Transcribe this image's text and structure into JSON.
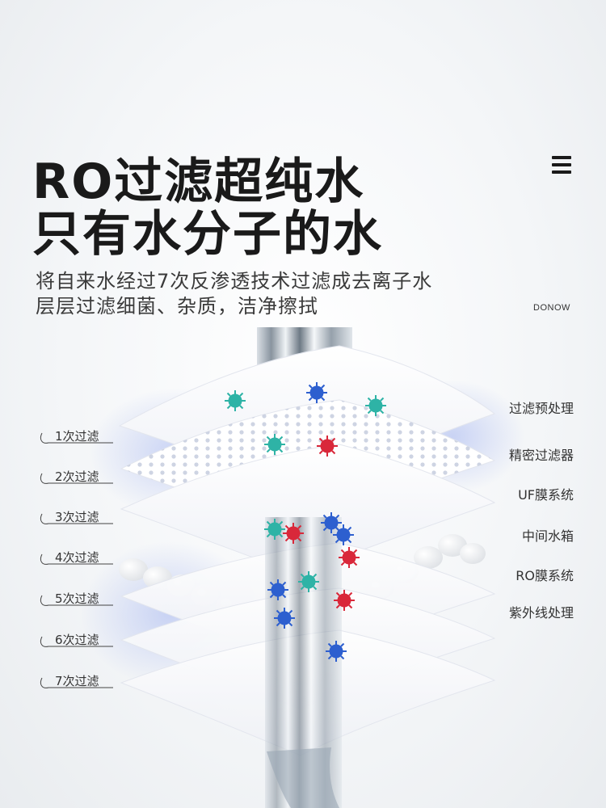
{
  "headline": {
    "line1": "RO过滤超纯水",
    "line2": "只有水分子的水"
  },
  "subtitle": {
    "line1": "将自来水经过7次反渗透技术过滤成去离子水",
    "line2": "层层过滤细菌、杂质，洁净擦拭"
  },
  "brand": "DONOW",
  "filter_steps": [
    "1次过滤",
    "2次过滤",
    "3次过滤",
    "4次过滤",
    "5次过滤",
    "6次过滤",
    "7次过滤"
  ],
  "filter_stages": [
    "过滤预处理",
    "精密过滤器",
    "UF膜系统",
    "中间水箱",
    "RO膜系统",
    "紫外线处理"
  ],
  "icons": {
    "menu": "hamburger-menu-icon",
    "bacteria": "bacteria-icon"
  },
  "colors": {
    "headline": "#1a1a1a",
    "bacteria_teal": "#2eb3a6",
    "bacteria_blue": "#2d5fcf",
    "bacteria_red": "#d9283a"
  }
}
